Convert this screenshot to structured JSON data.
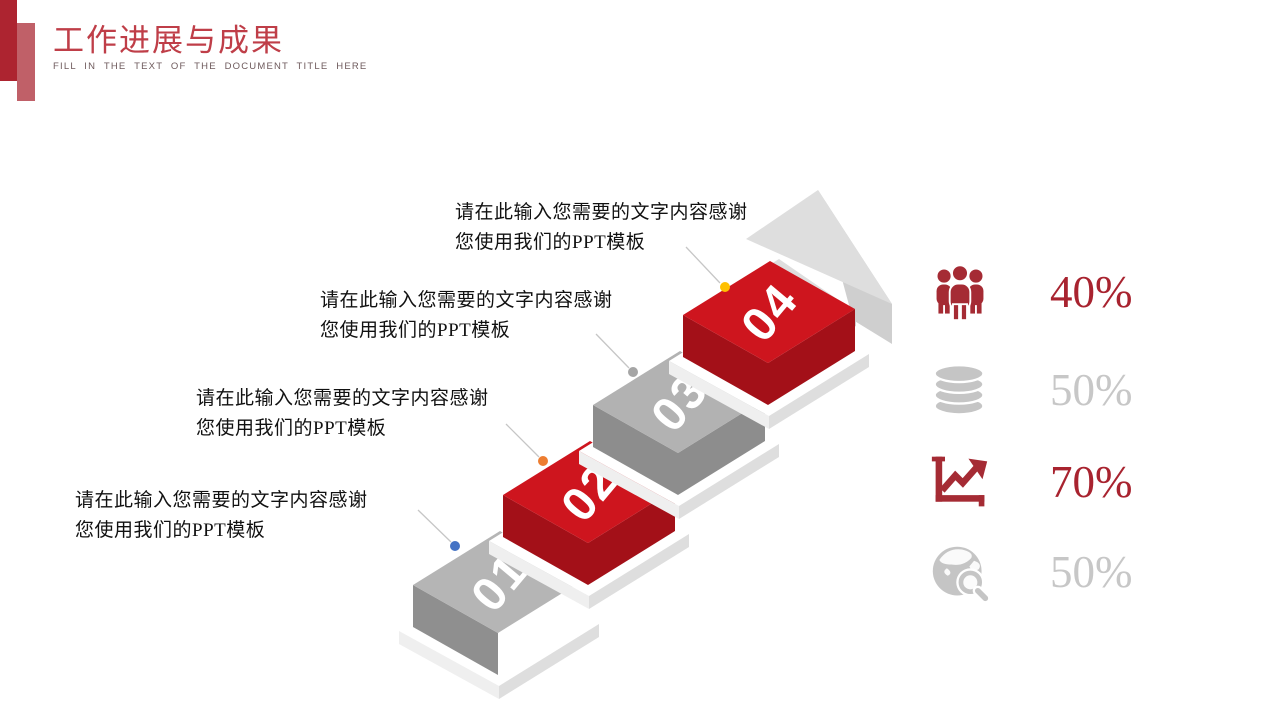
{
  "slide": {
    "title": "工作进展与成果",
    "subtitle": "FILL IN THE TEXT OF THE DOCUMENT TITLE HERE",
    "accent_bar_dark_color": "#ad2430",
    "accent_bar_light_color": "#c06068",
    "title_color": "#bf3e48",
    "background_color": "#ffffff"
  },
  "steps": [
    {
      "label": "01",
      "top_color": "#b5b5b5",
      "side_color": "#8f8f8f",
      "dot_color": "#4472c4",
      "caption_line1": "请在此输入您需要的文字内容感谢",
      "caption_line2": "您使用我们的PPT模板"
    },
    {
      "label": "02",
      "top_color": "#ce151e",
      "side_color": "#a31018",
      "dot_color": "#ed7d31",
      "caption_line1": "请在此输入您需要的文字内容感谢",
      "caption_line2": "您使用我们的PPT模板"
    },
    {
      "label": "03",
      "top_color": "#b2b2b2",
      "side_color": "#8d8d8d",
      "dot_color": "#a5a5a5",
      "caption_line1": "请在此输入您需要的文字内容感谢",
      "caption_line2": "您使用我们的PPT模板"
    },
    {
      "label": "04",
      "top_color": "#ce151e",
      "side_color": "#a31018",
      "dot_color": "#ffc000",
      "caption_line1": "请在此输入您需要的文字内容感谢",
      "caption_line2": "您使用我们的PPT模板"
    }
  ],
  "arrow": {
    "body_color": "#dedede",
    "shade_color": "#cfcfcf"
  },
  "stats": [
    {
      "icon": "people-group-icon",
      "value": "40%",
      "color": "#a8232f"
    },
    {
      "icon": "database-icon",
      "value": "50%",
      "color": "#c7c7c7"
    },
    {
      "icon": "line-chart-increase-icon",
      "value": "70%",
      "color": "#a8232f"
    },
    {
      "icon": "globe-search-icon",
      "value": "50%",
      "color": "#c7c7c7"
    }
  ]
}
